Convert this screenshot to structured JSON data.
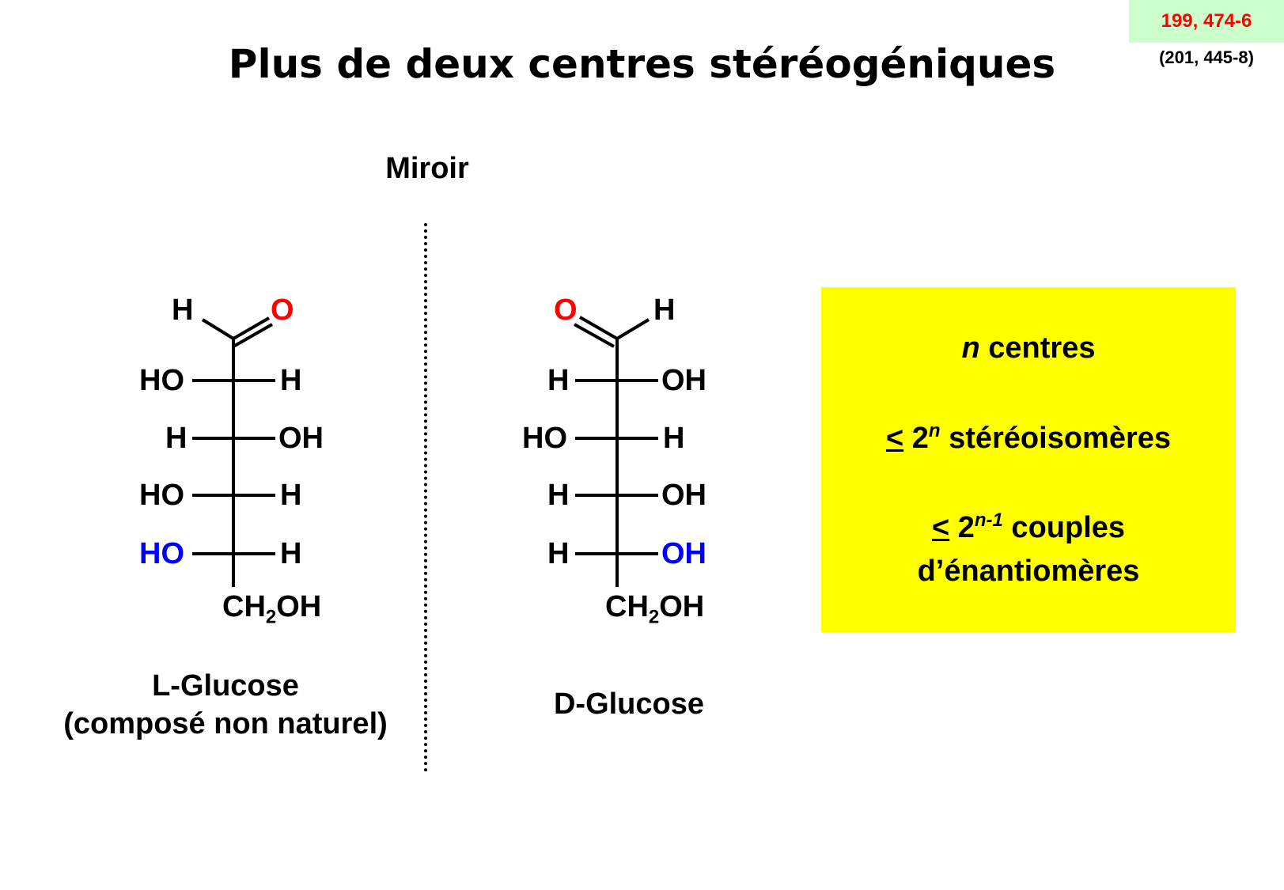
{
  "header": {
    "page_ref": "199, 474-6",
    "page_ref_alt": "(201, 445-8)",
    "title": "Plus de deux centres stéréogéniques"
  },
  "mirror": {
    "label": "Miroir"
  },
  "l_glucose": {
    "name_line1": "L-Glucose",
    "name_line2": "(composé non naturel)",
    "top_left": "H",
    "top_right": "O",
    "rows": [
      {
        "left": "HO",
        "right": "H"
      },
      {
        "left": "H",
        "right": "OH"
      },
      {
        "left": "HO",
        "right": "H"
      },
      {
        "left": "HO",
        "right": "H"
      }
    ],
    "bottom": "CH2OH"
  },
  "d_glucose": {
    "name": "D-Glucose",
    "top_left": "O",
    "top_right": "H",
    "rows": [
      {
        "left": "H",
        "right": "OH"
      },
      {
        "left": "HO",
        "right": "H"
      },
      {
        "left": "H",
        "right": "OH"
      },
      {
        "left": "H",
        "right": "OH"
      }
    ],
    "bottom": "CH2OH"
  },
  "info_box": {
    "line1_var": "n",
    "line1_text": " centres",
    "line2_sym": "<",
    "line2_base": " 2",
    "line2_exp": "n",
    "line2_text": " stéréoisomères",
    "line3_sym": "<",
    "line3_base": " 2",
    "line3_exp": "n-1",
    "line3_text": " couples",
    "line4_text": "d’énantiomères"
  },
  "colors": {
    "highlight_red": "#ff0000",
    "highlight_blue": "#0000ff",
    "box_yellow": "#ffff00",
    "ref_green": "#ccffcc"
  }
}
